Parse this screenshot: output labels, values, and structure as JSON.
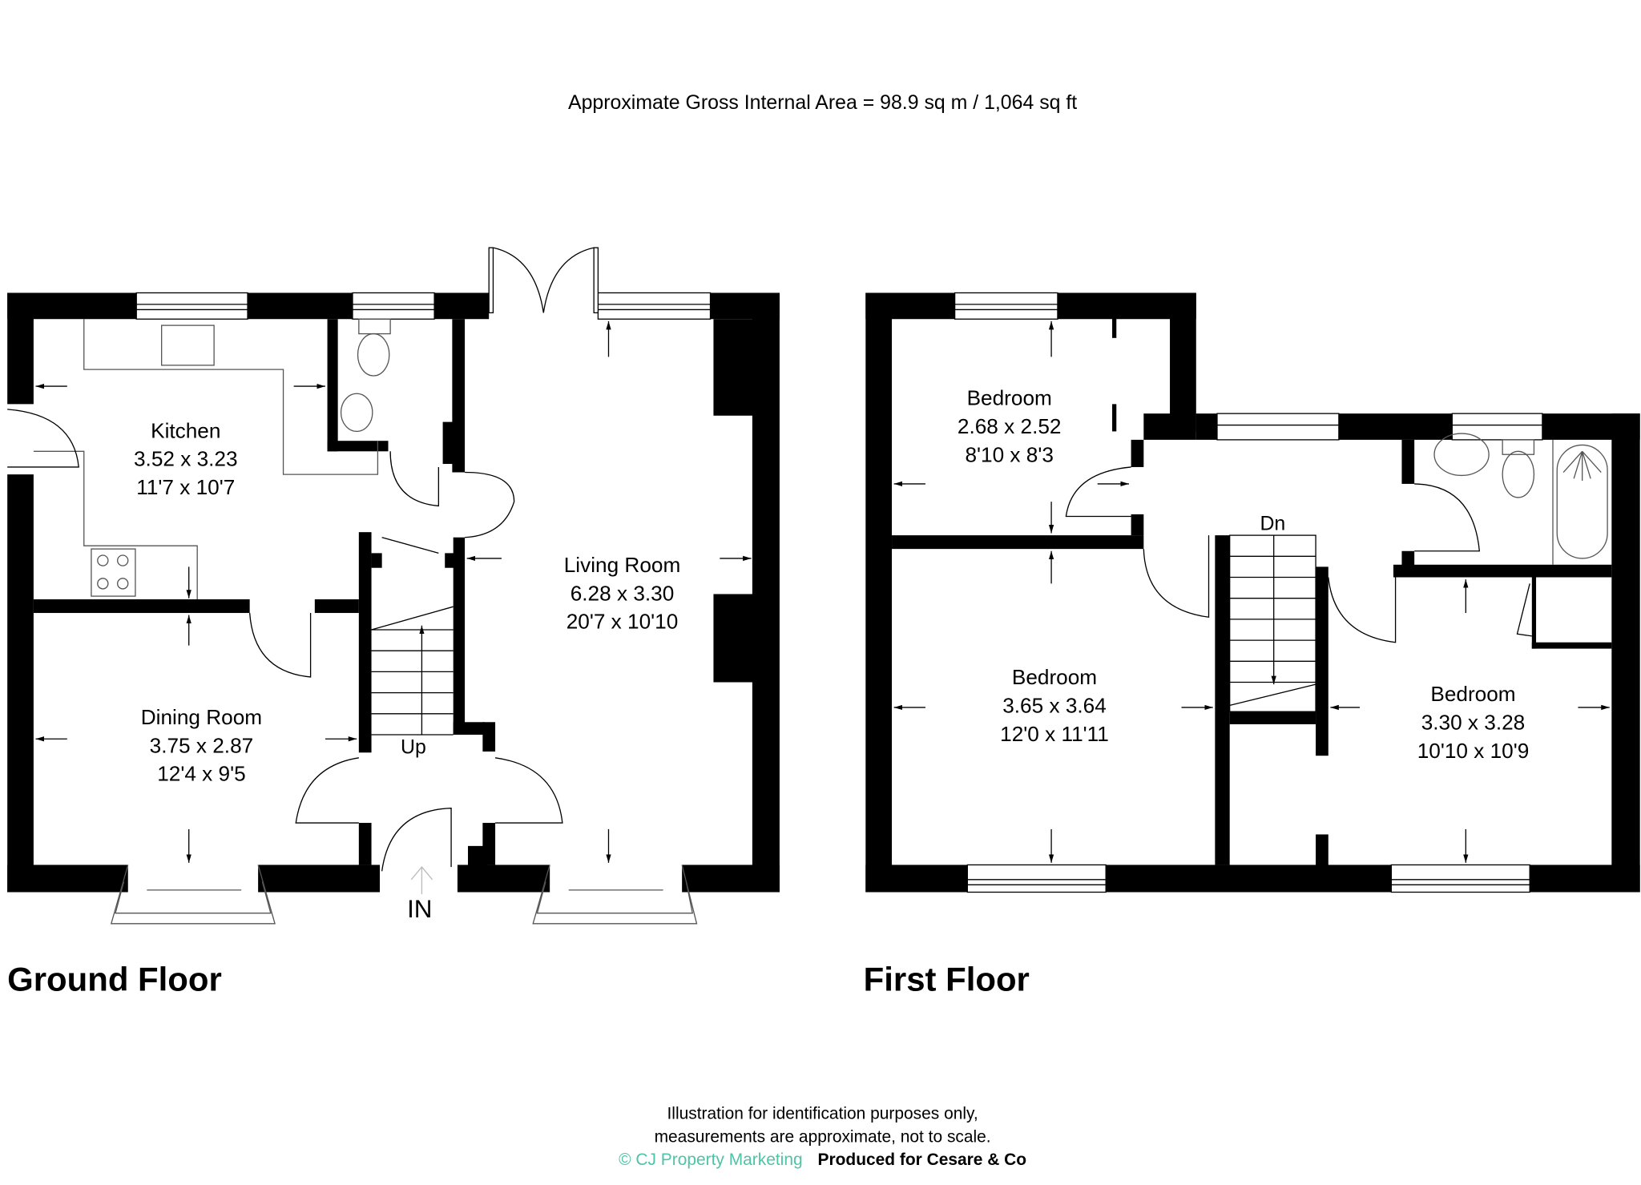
{
  "header": {
    "area_text": "Approximate Gross Internal Area = 98.9 sq m / 1,064 sq ft"
  },
  "ground_floor": {
    "title": "Ground Floor",
    "entrance_label": "IN",
    "stairs_label": "Up",
    "rooms": [
      {
        "name": "Kitchen",
        "metric": "3.52 x 3.23",
        "imperial": "11'7 x 10'7"
      },
      {
        "name": "Dining Room",
        "metric": "3.75 x 2.87",
        "imperial": "12'4 x 9'5"
      },
      {
        "name": "Living Room",
        "metric": "6.28 x 3.30",
        "imperial": "20'7 x 10'10"
      }
    ]
  },
  "first_floor": {
    "title": "First Floor",
    "stairs_label": "Dn",
    "rooms": [
      {
        "name": "Bedroom",
        "metric": "2.68 x 2.52",
        "imperial": "8'10 x 8'3"
      },
      {
        "name": "Bedroom",
        "metric": "3.65 x 3.64",
        "imperial": "12'0 x 11'11"
      },
      {
        "name": "Bedroom",
        "metric": "3.30 x 3.28",
        "imperial": "10'10 x 10'9"
      }
    ]
  },
  "footer": {
    "line1": "Illustration for identification purposes only,",
    "line2": "measurements are approximate, not to scale.",
    "credit": "© CJ Property Marketing",
    "produced_for": "Produced for Cesare & Co",
    "credit_color": "#4fc3a6"
  }
}
